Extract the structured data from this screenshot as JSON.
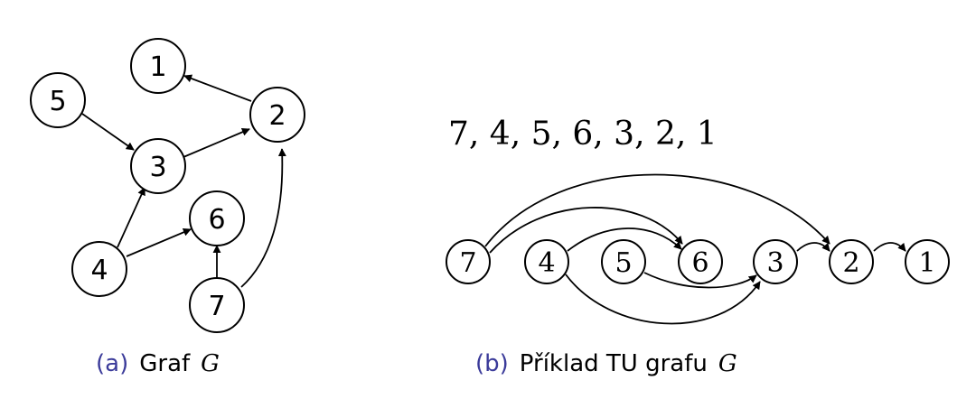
{
  "colors": {
    "caption_tag": "#3b3b9a",
    "stroke": "#000000"
  },
  "graph_a": {
    "nodes": [
      {
        "id": "1",
        "label": "1"
      },
      {
        "id": "2",
        "label": "2"
      },
      {
        "id": "3",
        "label": "3"
      },
      {
        "id": "4",
        "label": "4"
      },
      {
        "id": "5",
        "label": "5"
      },
      {
        "id": "6",
        "label": "6"
      },
      {
        "id": "7",
        "label": "7"
      }
    ],
    "edges": [
      {
        "from": "2",
        "to": "1"
      },
      {
        "from": "5",
        "to": "3"
      },
      {
        "from": "3",
        "to": "2"
      },
      {
        "from": "4",
        "to": "3"
      },
      {
        "from": "4",
        "to": "6"
      },
      {
        "from": "7",
        "to": "6"
      },
      {
        "from": "7",
        "to": "2"
      }
    ],
    "caption": {
      "tag": "(a)",
      "text": "Graf",
      "math": "G"
    }
  },
  "graph_b": {
    "ordering": "7, 4, 5, 6, 3, 2, 1",
    "nodes": [
      {
        "id": "7",
        "label": "7"
      },
      {
        "id": "4",
        "label": "4"
      },
      {
        "id": "5",
        "label": "5"
      },
      {
        "id": "6",
        "label": "6"
      },
      {
        "id": "3",
        "label": "3"
      },
      {
        "id": "2",
        "label": "2"
      },
      {
        "id": "1",
        "label": "1"
      }
    ],
    "edges": [
      {
        "from": "7",
        "to": "2"
      },
      {
        "from": "7",
        "to": "6"
      },
      {
        "from": "4",
        "to": "6"
      },
      {
        "from": "4",
        "to": "3"
      },
      {
        "from": "5",
        "to": "3"
      },
      {
        "from": "3",
        "to": "2"
      },
      {
        "from": "2",
        "to": "1"
      }
    ],
    "caption": {
      "tag": "(b)",
      "text": "Příklad TU grafu",
      "math": "G"
    }
  }
}
